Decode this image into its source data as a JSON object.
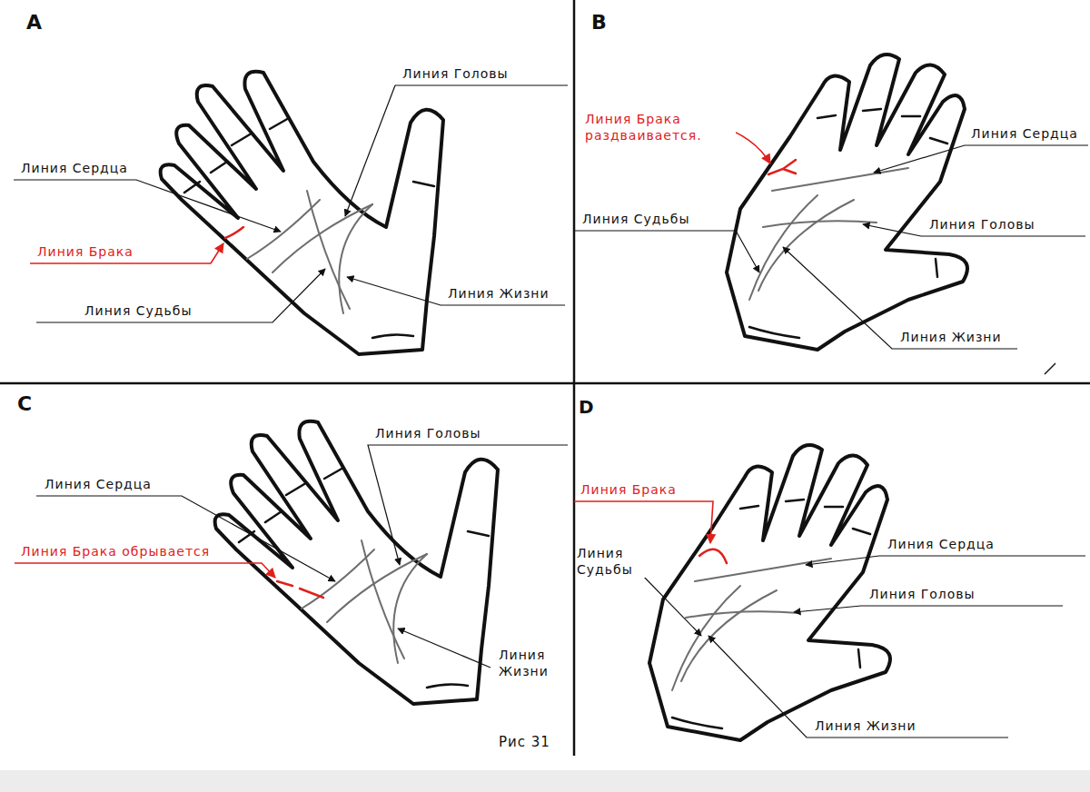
{
  "diagram": {
    "labels": [
      "A",
      "Линия Головы",
      "Линия Сердца",
      "Линия Брака",
      "Линия Жизни",
      "Линия Судьбы",
      "B",
      "Линия Брака раздваивается.",
      "Линия Сердца",
      "Линия Судьбы",
      "Линия Головы",
      "Линия Жизни",
      "C",
      "Линия Головы",
      "Линия Сердца",
      "Линия Брака обрывается",
      "Линия Жизни",
      "Рис 31",
      "D",
      "Линия Брака",
      "Линия Сердца",
      "Линия Судьбы",
      "Линия Головы",
      "Линия Жизни"
    ]
  }
}
